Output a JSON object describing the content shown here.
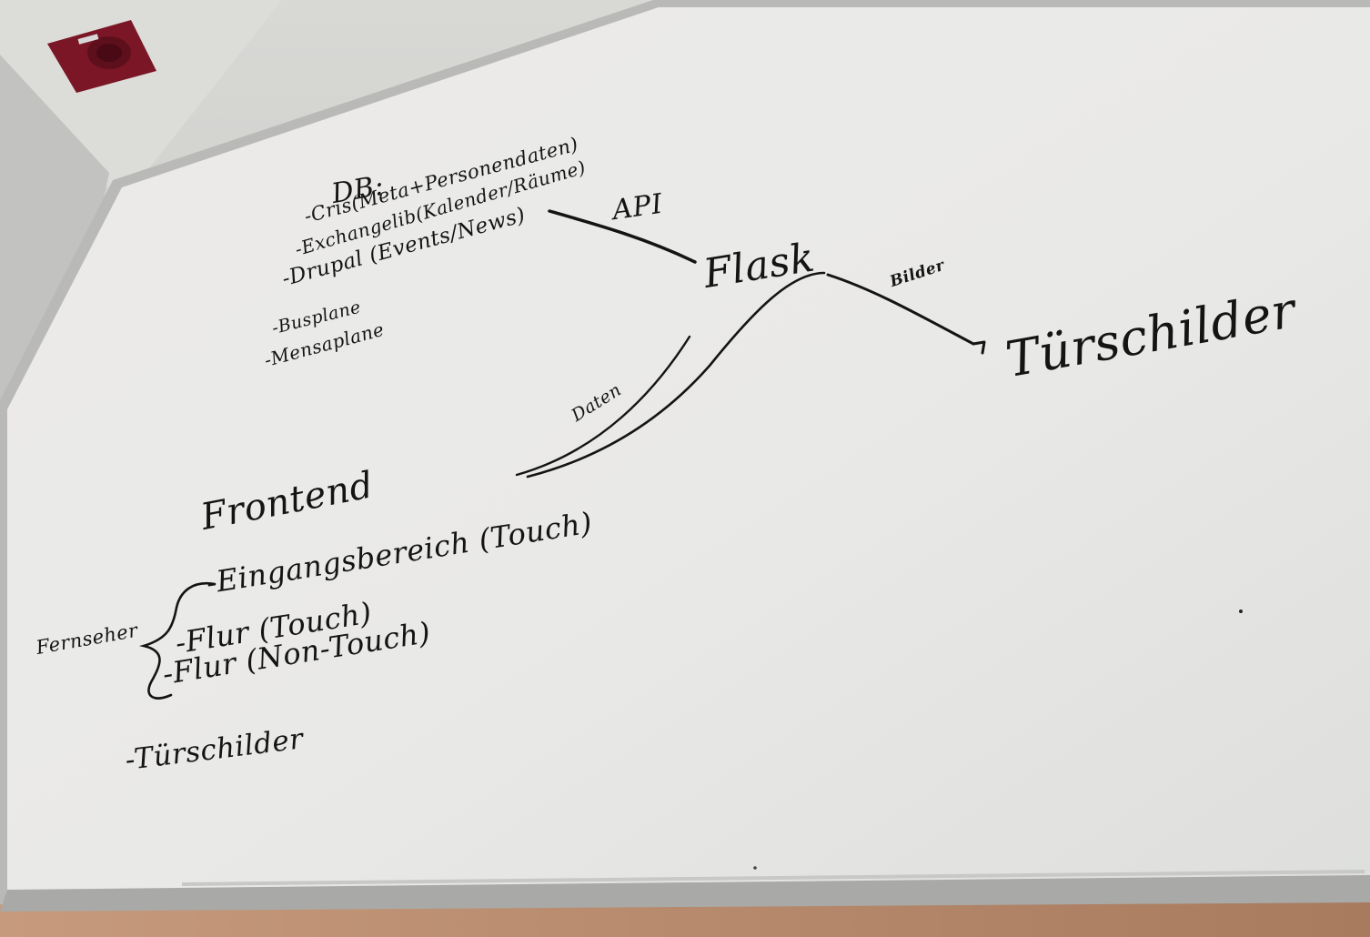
{
  "whiteboard": {
    "db_heading": "DB:",
    "db_items": [
      "-Cris(Meta+Personendaten)",
      "-Exchangelib(Kalender/Räume)",
      "-Drupal (Events/News)",
      "-Busplane",
      "-Mensaplane"
    ],
    "api_label": "API",
    "flask_label": "Flask",
    "bilder_label": "Bilder",
    "tuerschilder_label": "Türschilder",
    "daten_label": "Daten",
    "frontend_heading": "Frontend",
    "frontend_items": [
      "-Eingangsbereich (Touch)",
      "-Flur (Touch)",
      "-Flur (Non-Touch)",
      "-Türschilder"
    ],
    "fernseher_label": "Fernseher"
  },
  "colors": {
    "board": "#e9e9e7",
    "frame": "#b9bab8",
    "ink": "#141414",
    "wall": "#d4d4d1",
    "desk": "#b98a6c",
    "socket": "#7a1626"
  }
}
